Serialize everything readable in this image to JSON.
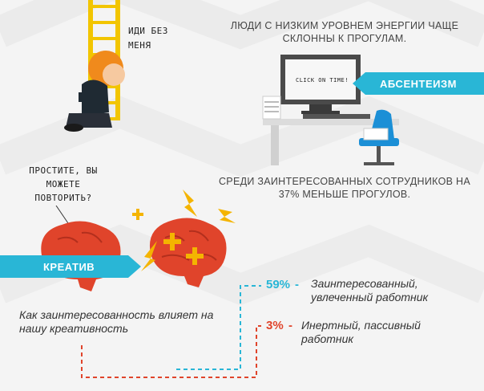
{
  "top_left": {
    "speech": "иди без меня"
  },
  "absenteeism": {
    "heading": "Люди с низким уровнем энергии чаще склонны к прогулам.",
    "ribbon_label": "Абсентеизм",
    "screen_text": "Click on time!",
    "caption": "Среди заинтересованных сотрудников на 37% меньше прогулов."
  },
  "creativity": {
    "speech": "Простите, вы можете повторить?",
    "ribbon_label": "Креатив",
    "question": "Как заинтересованность влияет на нашу креативность",
    "items": [
      {
        "percent": "59%",
        "label": "Заинтересованный, увлеченный работник",
        "color": "#29b6d6"
      },
      {
        "percent": "3%",
        "label": "Инертный, пассивный работник",
        "color": "#e0442b"
      }
    ]
  },
  "colors": {
    "accent": "#29b6d6",
    "red": "#e0442b",
    "ladder": "#f2c500",
    "brain": "#e0442b"
  }
}
